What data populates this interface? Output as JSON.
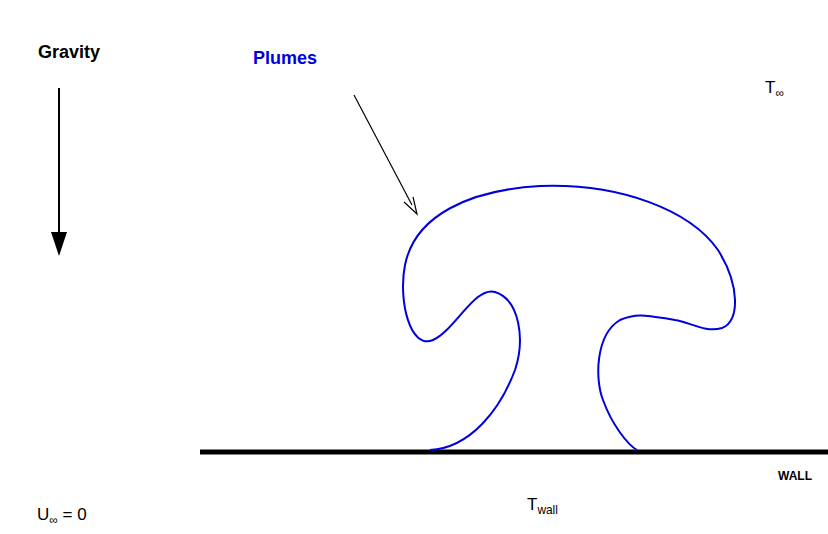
{
  "diagram": {
    "labels": [
      "Gravity",
      "Plumes",
      "T∞",
      "WALL",
      "Twall",
      "U∞ = 0"
    ]
  }
}
